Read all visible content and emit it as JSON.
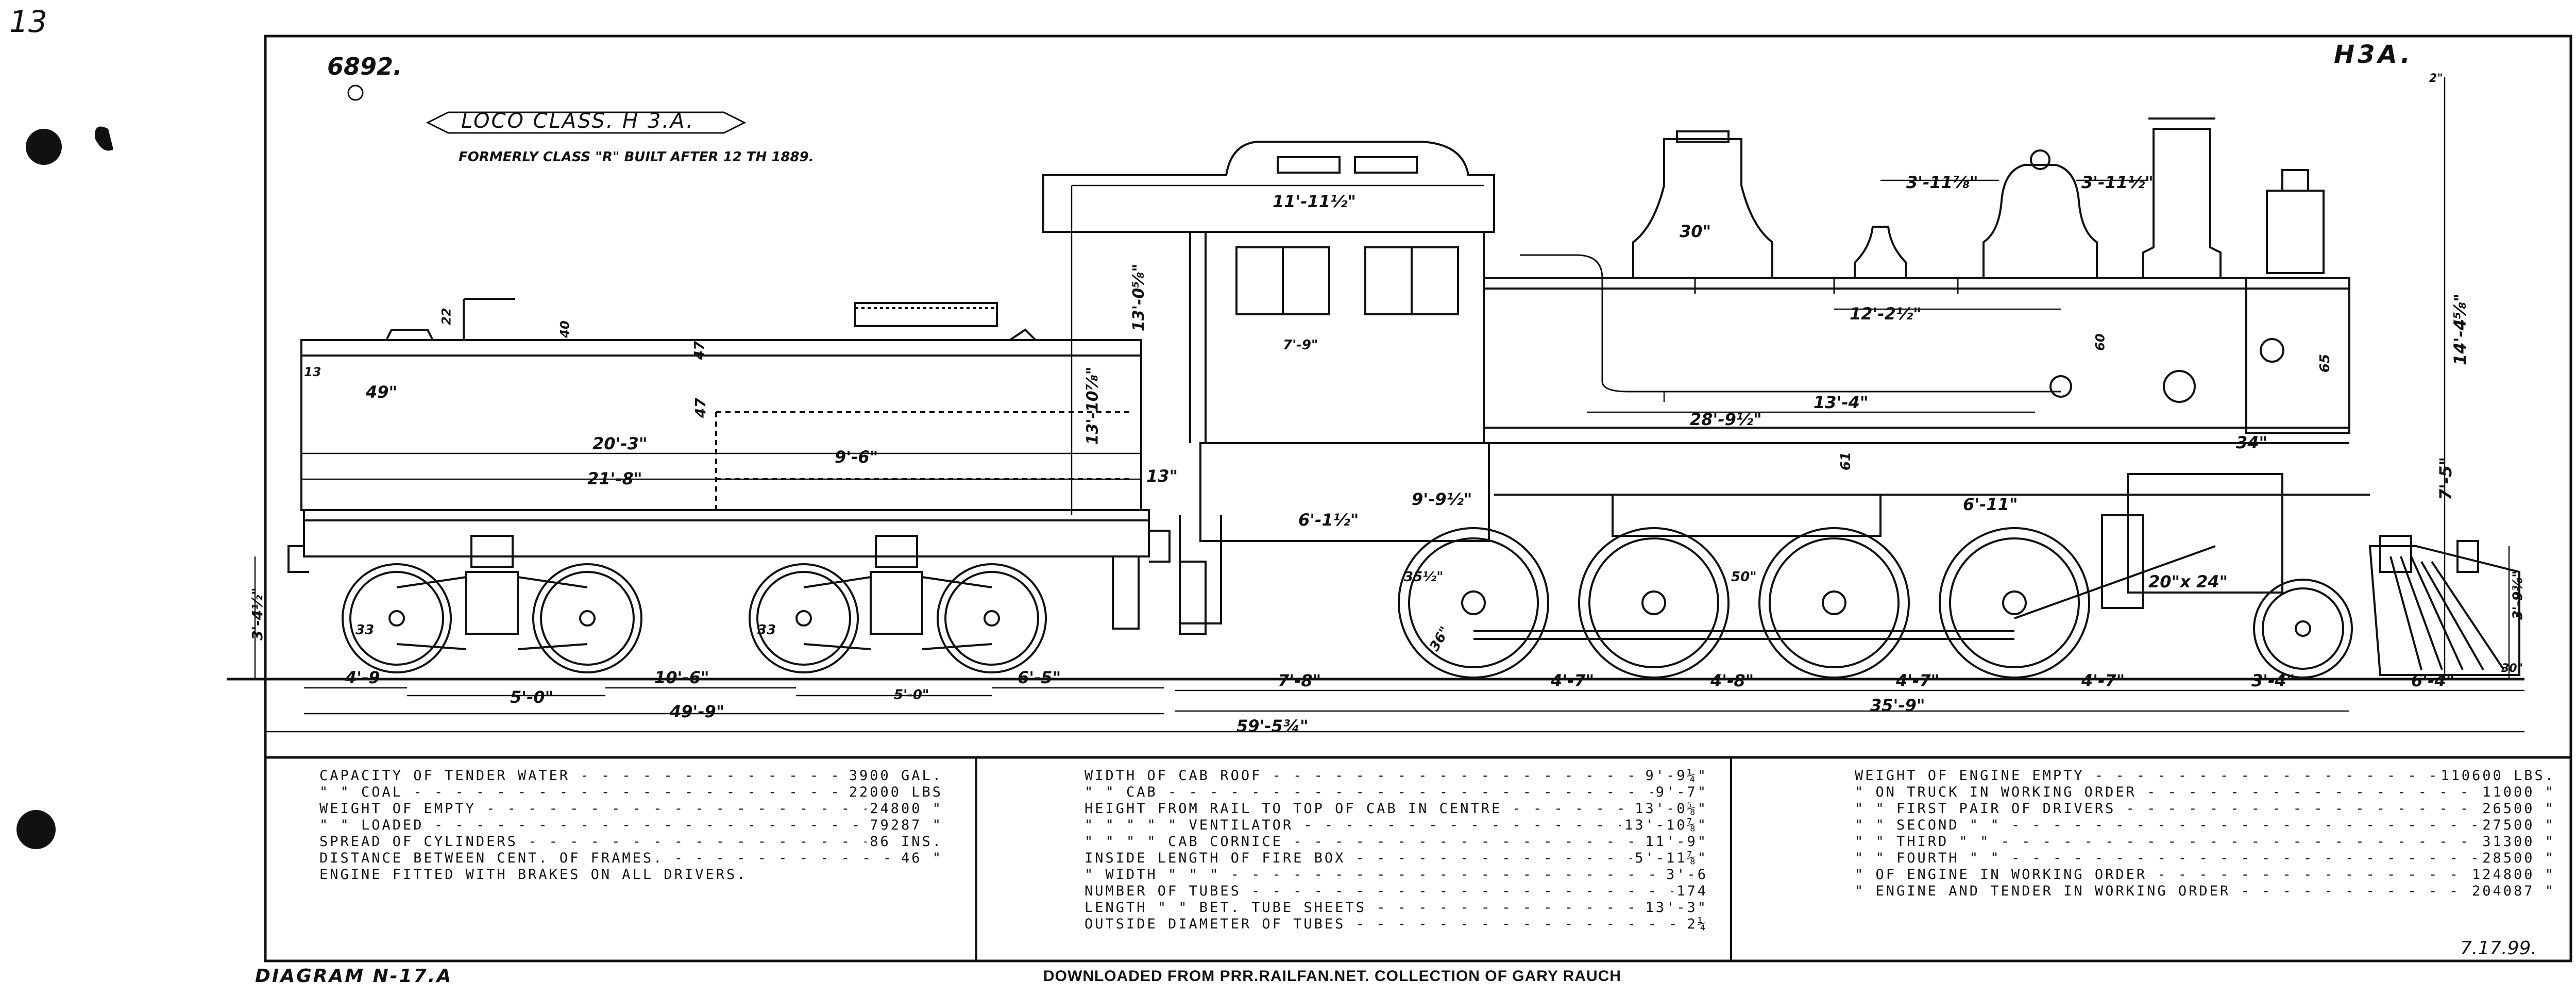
{
  "sheet": {
    "page_number": "13",
    "drawing_number": "6892.",
    "class_stamp": "H3A.",
    "title": "LOCO CLASS. H 3.A.",
    "subtitle": "FORMERLY CLASS \"R\" BUILT AFTER 12 TH 1889.",
    "diagram_label": "DIAGRAM N-17.A",
    "footer_credit": "DOWNLOADED FROM PRR.RAILFAN.NET. COLLECTION OF GARY RAUCH",
    "date": "7.17.99."
  },
  "dimensions": {
    "cab_roof_length": "11'-11½\"",
    "cab_width": "7'-9\"",
    "tender_height": "13'-0⅝\"",
    "tender_side": "13'-10⅞\"",
    "tender_top": "13\"",
    "tender_49": "49\"",
    "tender_47a": "47",
    "tender_47b": "47",
    "tender_20_3": "20'-3\"",
    "tender_21_8": "21'-8\"",
    "tender_9_6": "9'-6\"",
    "tender_22": "22",
    "tender_40": "40",
    "tender_13": "13",
    "engine_30": "30\"",
    "engine_3_11a": "3'-11⅞\"",
    "engine_3_11b": "3'-11½\"",
    "engine_12_2": "12'-2½\"",
    "engine_13_4": "13'-4\"",
    "engine_28_9": "28'-9½\"",
    "engine_9_9": "9'-9½\"",
    "engine_6_1": "6'-1½\"",
    "engine_6_11": "6'-11\"",
    "engine_61": "61",
    "engine_34": "34\"",
    "engine_65": "65",
    "engine_60": "60",
    "engine_20_24": "20\"x 24\"",
    "engine_35": "35½\"",
    "engine_36": "36\"",
    "engine_50": "50\"",
    "engine_14_4": "14'-4⅝\"",
    "engine_7_5": "7'-5\"",
    "engine_3_9": "3'-9⅜\"",
    "engine_3_4a": "3'-4\"",
    "engine_30b": "30\"",
    "engine_top_2": "2\"",
    "tender_wheel_33a": "33",
    "tender_wheel_33b": "33",
    "wb_4_9": "4'-9",
    "wb_5_0a": "5'-0\"",
    "wb_10_6": "10'-6\"",
    "wb_5_0b": "5'-0\"",
    "wb_6_5": "6'-5\"",
    "wb_7_8": "7'-8\"",
    "wb_4_7a": "4'-7\"",
    "wb_4_8": "4'-8\"",
    "wb_4_7b": "4'-7\"",
    "wb_4_7c": "4'-7\"",
    "wb_3_4": "3'-4\"",
    "wb_6_4": "6'-4\"",
    "tender_wb_total": "49'-9\"",
    "engine_wb_total": "35'-9\"",
    "overall_length": "59'-5¾\"",
    "height_3_4": "3'-4½\""
  },
  "tables": {
    "tender": [
      {
        "label": "CAPACITY  OF  TENDER      WATER",
        "value": "3900  GAL."
      },
      {
        "label": "   \"         \"           COAL",
        "value": "22000  LBS"
      },
      {
        "label": "WEIGHT    OF          EMPTY",
        "value": "24800  \""
      },
      {
        "label": "   \"      \"           LOADED",
        "value": "79287  \""
      },
      {
        "label": "SPREAD    OF  CYLINDERS",
        "value": "86  INS."
      },
      {
        "label": "DISTANCE BETWEEN CENT. OF FRAMES.",
        "value": "46  \""
      },
      {
        "label": "ENGINE FITTED WITH BRAKES ON ALL DRIVERS.",
        "value": ""
      }
    ],
    "cab": [
      {
        "label": "WIDTH  OF  CAB  ROOF",
        "value": "9'-9¼\""
      },
      {
        "label": "  \"    \"   CAB",
        "value": "9'-7\""
      },
      {
        "label": "HEIGHT FROM RAIL TO TOP OF CAB IN CENTRE",
        "value": "13'-0⅝\""
      },
      {
        "label": "   \"     \"    \"   \"   \"  VENTILATOR",
        "value": "13'-10⅞\""
      },
      {
        "label": "   \"     \"    \"   \"   CAB CORNICE",
        "value": "11'-9\""
      },
      {
        "label": "INSIDE LENGTH  OF  FIRE  BOX",
        "value": "5'-11⅞\""
      },
      {
        "label": "   \"     WIDTH   \"    \"    \"",
        "value": "3'-6"
      },
      {
        "label": "NUMBER  OF  TUBES",
        "value": "174"
      },
      {
        "label": "LENGTH    \"    \"   BET. TUBE SHEETS",
        "value": "13'-3\""
      },
      {
        "label": "OUTSIDE  DIAMETER  OF TUBES",
        "value": "2¼"
      }
    ],
    "weights": [
      {
        "label": "WEIGHT OF ENGINE EMPTY",
        "value": "110600 LBS."
      },
      {
        "label": "   \"     ON TRUCK IN WORKING ORDER",
        "value": "11000 \""
      },
      {
        "label": "   \"      \" FIRST PAIR OF DRIVERS",
        "value": "26500 \""
      },
      {
        "label": "   \"      \"  SECOND  \"    \"",
        "value": "27500 \""
      },
      {
        "label": "   \"      \"  THIRD   \"    \"",
        "value": "31300 \""
      },
      {
        "label": "   \"      \"  FOURTH  \"    \"",
        "value": "28500 \""
      },
      {
        "label": "   \"   OF ENGINE IN WORKING ORDER",
        "value": "124800 \""
      },
      {
        "label": "   \"   ENGINE AND TENDER IN WORKING ORDER",
        "value": "204087 \""
      }
    ]
  }
}
